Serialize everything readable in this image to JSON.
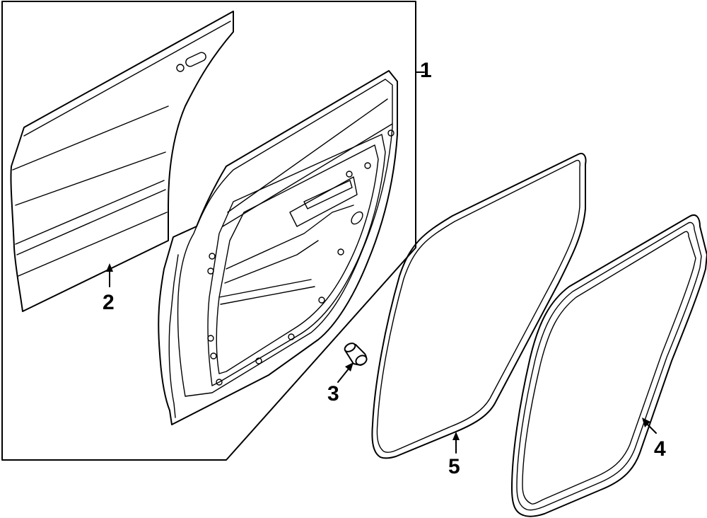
{
  "callouts": {
    "door_assembly": "1",
    "outer_panel": "2",
    "plug": "3",
    "body_weatherstrip": "4",
    "door_weatherstrip": "5"
  }
}
